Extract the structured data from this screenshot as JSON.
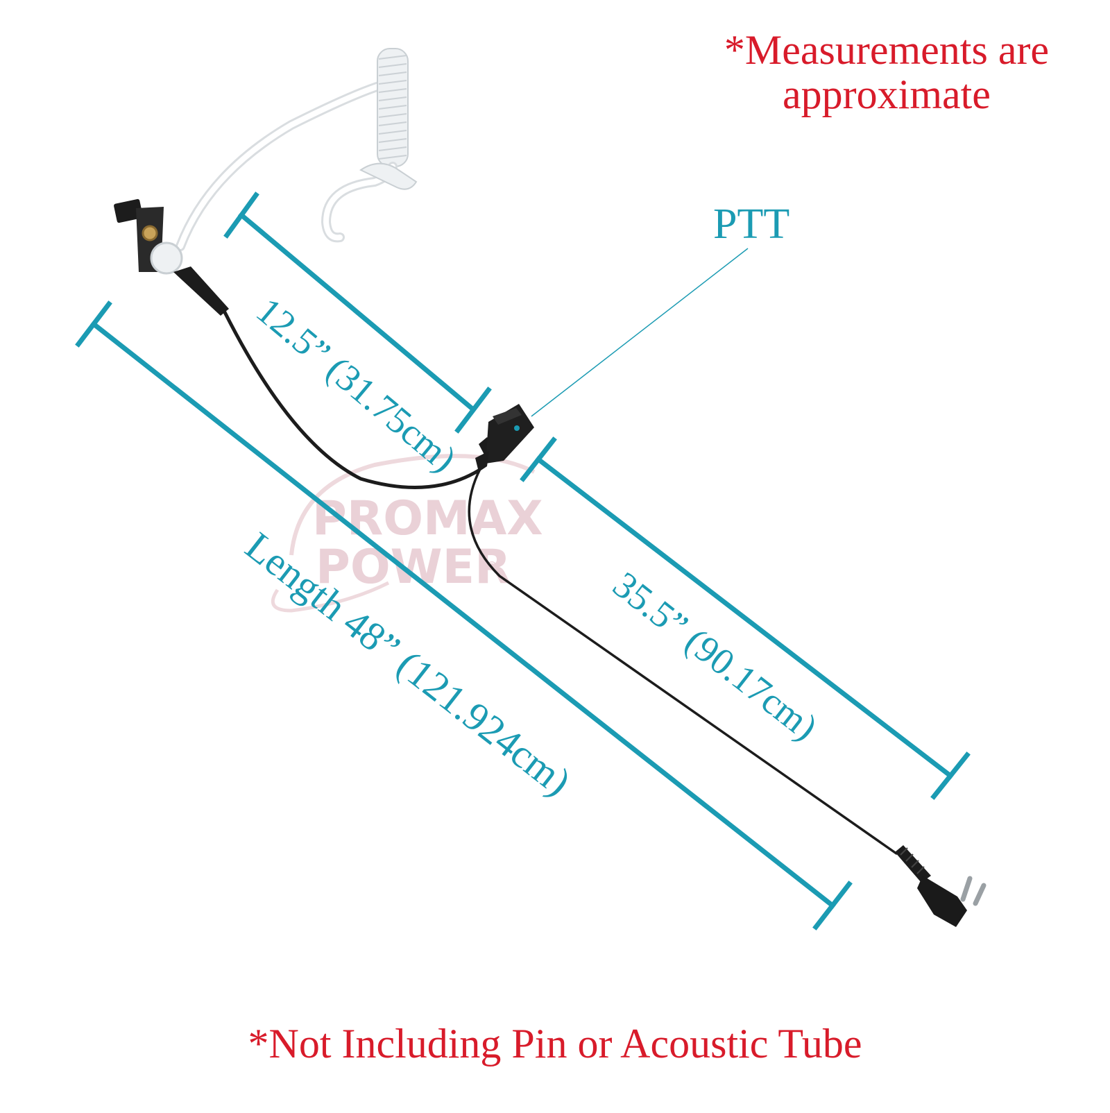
{
  "notes": {
    "top_line1": "*Measurements are",
    "top_line2": "approximate",
    "bottom": "*Not Including Pin or Acoustic Tube"
  },
  "labels": {
    "ptt": "PTT",
    "dim_short": "12.5” (31.75cm)",
    "dim_mid": "35.5” (90.17cm)",
    "dim_long": "Length 48” (121.924cm)"
  },
  "watermark": {
    "line1": "PROMAX",
    "line2": "POWER",
    "mark": "®"
  },
  "colors": {
    "dimension": "#1b9bb3",
    "note": "#d81b2a",
    "cable": "#1c1c1c",
    "watermark": "#e7cad1"
  }
}
